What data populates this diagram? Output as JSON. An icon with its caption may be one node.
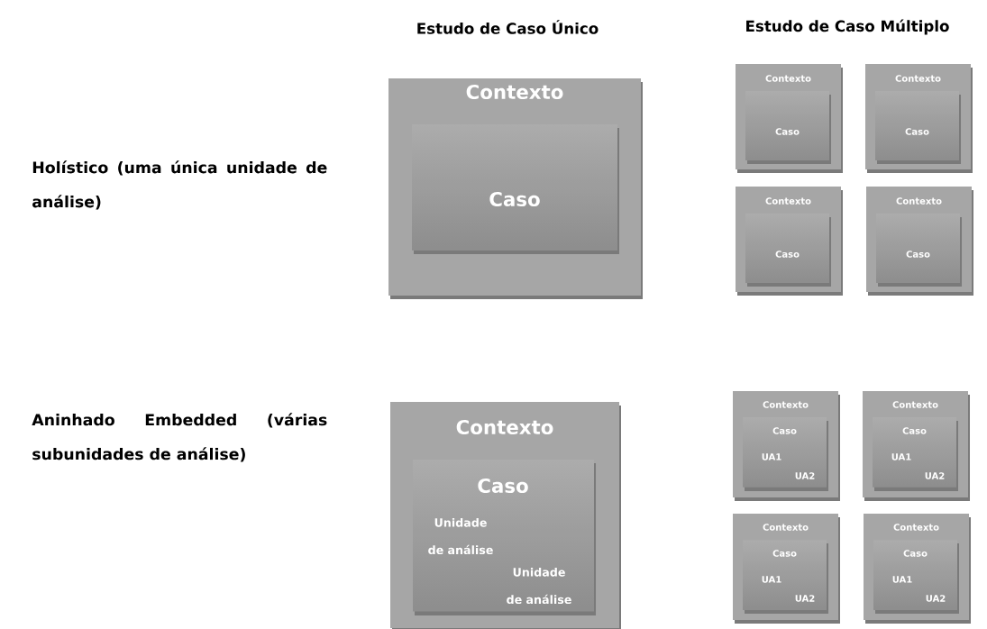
{
  "diagram": {
    "nodes": [
      {
        "text": [
          "Contexto"
        ]
      },
      {
        "text": [
          "Caso"
        ],
        "in": 0
      },
      {
        "text": [
          "Contexto"
        ]
      },
      {
        "text": [
          "Caso"
        ],
        "in": 2
      },
      {
        "text": [
          "Contexto"
        ]
      },
      {
        "text": [
          "Caso"
        ],
        "in": 4
      },
      {
        "text": [
          "Contexto"
        ]
      },
      {
        "text": [
          "Caso"
        ],
        "in": 6
      },
      {
        "text": [
          "Contexto"
        ]
      },
      {
        "text": [
          "Caso"
        ],
        "in": 8
      },
      {
        "text": [
          "Contexto"
        ]
      },
      {
        "text": [
          "Caso",
          "Unidade de análise",
          "Unidade de análise"
        ],
        "in": 10
      },
      {
        "text": [
          "Contexto"
        ]
      },
      {
        "text": [
          "Caso",
          "UA1",
          "UA2"
        ],
        "in": 12
      },
      {
        "text": [
          "Contexto"
        ]
      },
      {
        "text": [
          "Caso",
          "UA1",
          "UA2"
        ],
        "in": 14
      },
      {
        "text": [
          "Contexto"
        ]
      },
      {
        "text": [
          "Caso",
          "UA1",
          "UA2"
        ],
        "in": 16
      },
      {
        "text": [
          "Contexto"
        ]
      },
      {
        "text": [
          "Caso",
          "UA1",
          "UA2"
        ],
        "in": 18
      }
    ],
    "labels": [
      "Estudo de Caso Único",
      "Estudo de Caso Múltiplo",
      "Holístico (uma única unidade de análise)",
      "Aninhado Embedded (várias subunidades de análise)"
    ]
  }
}
